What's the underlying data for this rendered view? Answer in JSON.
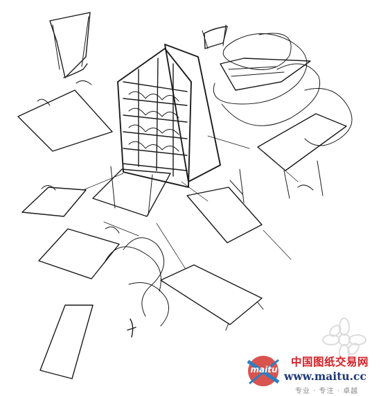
{
  "image": {
    "kind": "architectural-sketch",
    "ink_color": "#1a1a1a",
    "paper_color": "#ffffff"
  },
  "watermark": {
    "logo_text": "maitu",
    "title": "中国图纸交易网",
    "url": "www.maitu.cc",
    "slogan": "专业 · 专注 · 卓越",
    "colors": {
      "title": "#d42027",
      "url": "#1f3a78",
      "logo_circle": "#d9534f",
      "logo_blue": "#2a7fc1",
      "slogan": "#8a8a8a",
      "flower": "#dcdcdc"
    }
  }
}
